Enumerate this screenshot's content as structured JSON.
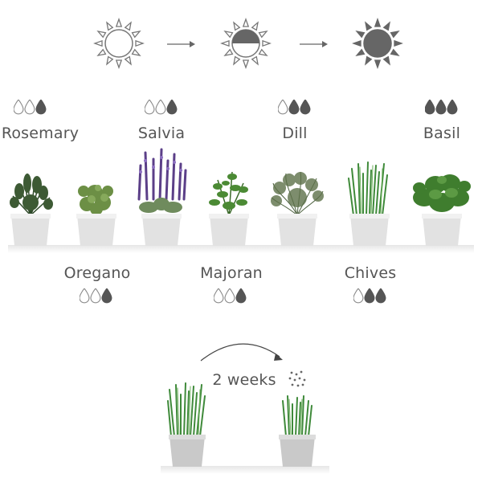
{
  "sun_states": [
    "sun-empty-icon",
    "sun-half-icon",
    "sun-full-icon"
  ],
  "colors": {
    "drop_fill": "#555555",
    "drop_outline": "#888888",
    "pot": "#e2e2e2",
    "pot_rim": "#f1f1f1",
    "text": "#555555"
  },
  "herbs_top": [
    {
      "name": "Rosemary",
      "water_level": 1
    },
    {
      "name": "Salvia",
      "water_level": 1
    },
    {
      "name": "Dill",
      "water_level": 2
    },
    {
      "name": "Basil",
      "water_level": 3
    }
  ],
  "herbs_bottom": [
    {
      "name": "Oregano",
      "water_level": 1
    },
    {
      "name": "Majoran",
      "water_level": 1
    },
    {
      "name": "Chives",
      "water_level": 2
    }
  ],
  "regrowth": {
    "duration_label": "2 weeks"
  }
}
